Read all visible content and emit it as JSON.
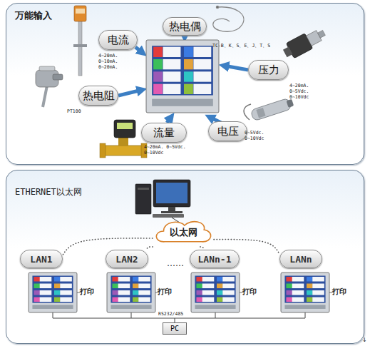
{
  "diagram": {
    "nodes": [
      {
        "text": [
          "万能输入"
        ]
      },
      {
        "text": [
          "热电偶"
        ],
        "in": 0
      },
      {
        "text": [
          "电流"
        ],
        "in": 0
      },
      {
        "text": [
          "压力"
        ],
        "in": 0
      },
      {
        "text": [
          "热电阻"
        ],
        "in": 0
      },
      {
        "text": [
          "电压"
        ],
        "in": 0
      },
      {
        "text": [
          "流量"
        ],
        "in": 0
      },
      {
        "text": [
          "ETHERNET以太网"
        ]
      },
      {
        "text": [
          "以太网"
        ],
        "in": 7
      },
      {
        "text": [
          "LAN1"
        ],
        "in": 7
      },
      {
        "text": [
          "LAN2"
        ],
        "in": 7
      },
      {
        "text": [
          "LANn-1"
        ],
        "in": 7
      },
      {
        "text": [
          "LANn"
        ],
        "in": 7
      },
      {
        "text": [
          "PC"
        ],
        "in": 7
      }
    ],
    "edges": [
      {
        "from": 8,
        "to": 9,
        "arrow": "none"
      },
      {
        "from": 8,
        "to": 10,
        "arrow": "none"
      },
      {
        "from": 8,
        "to": 11,
        "arrow": "none"
      },
      {
        "from": 8,
        "to": 12,
        "arrow": "none"
      }
    ],
    "labels": [
      "TC-B、K、S、E、J、T、S",
      "4~20mA. 0~10mA. 0~20mA.",
      "4~20mA. 0~5Vdc. 0~10Vdc",
      "PT100",
      "0~5Vdc. 0~10Vdc",
      "4~20mA. 0~5Vdc. 0~10Vdc",
      "……",
      "打印",
      "打印",
      "打印",
      "打印",
      "RS232/485",
      "↓"
    ]
  }
}
